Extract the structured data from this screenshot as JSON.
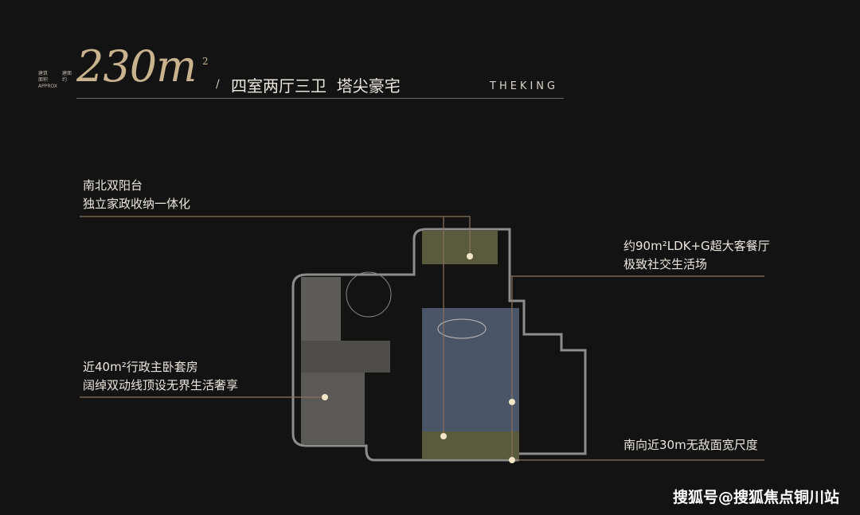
{
  "header": {
    "small_text_left": [
      "建筑",
      "面积",
      "APPROX"
    ],
    "small_text_right": "建面约",
    "area": "230m",
    "area_sup": "2",
    "slash": "/",
    "subtitle": "四室两厅三卫  塔尖豪宅",
    "brand": "THEKING"
  },
  "callouts": {
    "balcony": [
      "南北双阳台",
      "独立家政收纳一体化"
    ],
    "living": [
      "约90m²LDK+G超大客餐厅",
      "极致社交生活场"
    ],
    "master": [
      "近40m²行政主卧套房",
      "阔绰双动线顶设无界生活奢享"
    ],
    "frontage": [
      "南向近30m无敌面宽尺度"
    ]
  },
  "watermark": "搜狐号@搜狐焦点铜川站",
  "colors": {
    "accent": "#c9b28e",
    "line": "#8a7360",
    "highlight_blue": "#4a5568",
    "highlight_olive": "#5a5a3c"
  }
}
